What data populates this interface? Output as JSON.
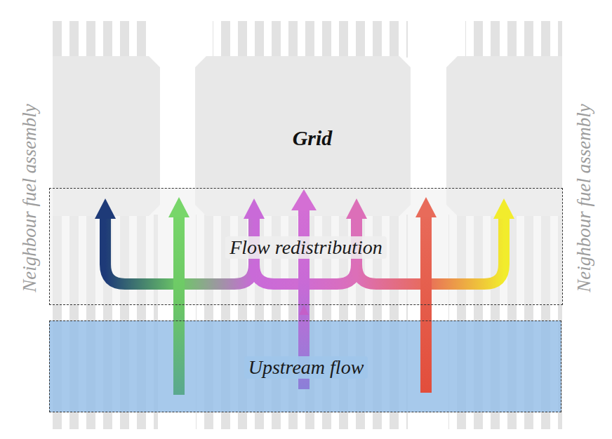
{
  "diagram": {
    "nodes": [
      {
        "text": [
          "Grid"
        ]
      },
      {
        "text": [
          "Flow redistribution"
        ]
      },
      {
        "text": [
          "Upstream flow"
        ]
      }
    ],
    "edges": [
      {
        "from": 2,
        "to": 1,
        "arrow": "to"
      }
    ],
    "labels": [
      "Neighbour fuel assembly",
      "Neighbour fuel assembly"
    ]
  }
}
